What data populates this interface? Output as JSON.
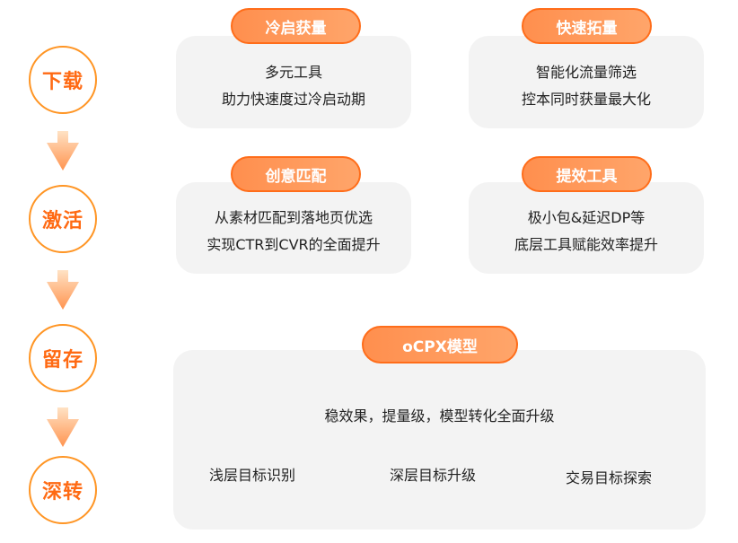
{
  "stages": [
    {
      "label": "下载"
    },
    {
      "label": "激活"
    },
    {
      "label": "留存"
    },
    {
      "label": "深转"
    }
  ],
  "arrows": {
    "icon": "down-arrow-icon",
    "gradient_top": "#ffe2c4",
    "gradient_bottom": "#ff9450"
  },
  "cards": [
    {
      "title": "冷启获量",
      "lines": [
        "多元工具",
        "助力快速度过冷启动期"
      ]
    },
    {
      "title": "快速拓量",
      "lines": [
        "智能化流量筛选",
        "控本同时获量最大化"
      ]
    },
    {
      "title": "创意匹配",
      "lines": [
        "从素材匹配到落地页优选",
        "实现CTR到CVR的全面提升"
      ]
    },
    {
      "title": "提效工具",
      "lines": [
        "极小包&延迟DP等",
        "底层工具赋能效率提升"
      ]
    }
  ],
  "model": {
    "title": "oCPX模型",
    "summary": "稳效果，提量级，模型转化全面升级",
    "items": [
      "浅层目标识别",
      "深层目标升级",
      "交易目标探索"
    ]
  },
  "colors": {
    "accent": "#ff6a13",
    "circle_border": "#ff9524",
    "pill_start": "#ff8f4e",
    "pill_end": "#ffa56a",
    "card_bg": "#f3f3f3"
  }
}
